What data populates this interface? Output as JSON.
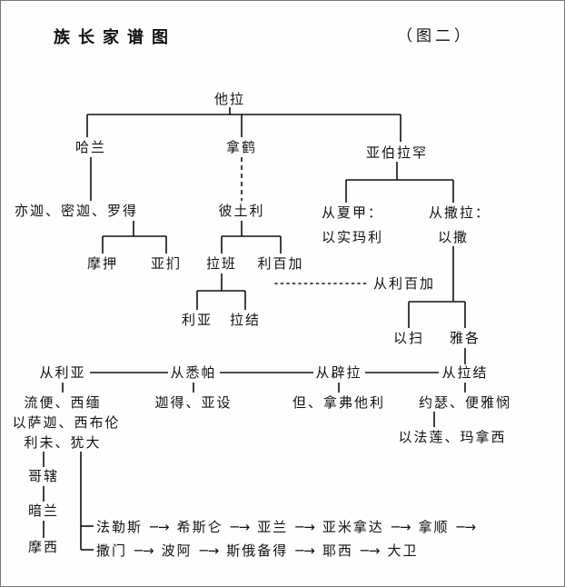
{
  "title": "族长家谱图",
  "figure_label": "（图二）",
  "icons": {
    "arrow_right": "─→"
  },
  "nodes": {
    "terah": "他拉",
    "haran": "哈兰",
    "nahor": "拿鹤",
    "abraham": "亚伯拉罕",
    "haran_children": "亦迦、密迦、罗得",
    "moab": "摩押",
    "ammon": "亚扪",
    "bethuel": "彼土利",
    "laban": "拉班",
    "rebekah": "利百加",
    "leah": "利亚",
    "rachel": "拉结",
    "from_hagar_label": "从夏甲：",
    "ishmael": "以实玛利",
    "from_sarah_label": "从撒拉：",
    "isaac": "以撒",
    "from_rebekah_label": "从利百加",
    "esau": "以扫",
    "jacob": "雅各",
    "from_leah": "从利亚",
    "from_zilpah": "从悉帕",
    "from_bilhah": "从辟拉",
    "from_rachel": "从拉结",
    "leah_sons_row1": "流便、西缅",
    "leah_sons_row2": "以萨迦、西布伦",
    "leah_sons_row3": "利未、犹大",
    "zilpah_sons": "迦得、亚设",
    "bilhah_sons": "但、拿弗他利",
    "rachel_sons": "约瑟、便雅悯",
    "joseph_sons": "以法莲、玛拿西",
    "kohath": "哥辖",
    "amram": "暗兰",
    "moses": "摩西"
  },
  "judah_descent": {
    "line1": [
      "法勒斯",
      "希斯仑",
      "亚兰",
      "亚米拿达",
      "拿顺"
    ],
    "line2": [
      "撒门",
      "波阿",
      "斯俄备得",
      "耶西",
      "大卫"
    ]
  }
}
